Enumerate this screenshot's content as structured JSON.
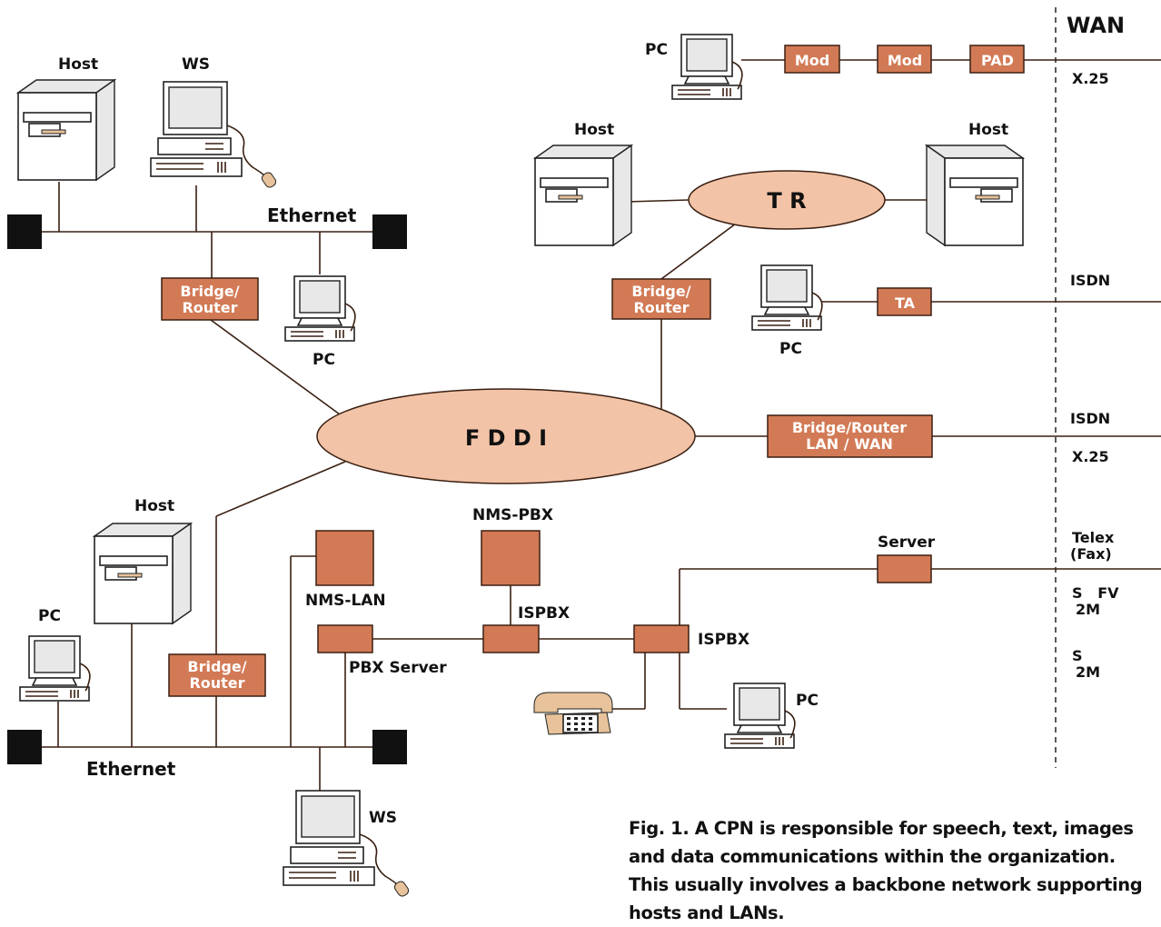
{
  "wan": {
    "title": "WAN",
    "links": [
      "X.25",
      "ISDN",
      "ISDN",
      "X.25",
      "Telex",
      "(Fax)",
      "S   FV",
      "2M",
      "S",
      "2M"
    ]
  },
  "rings": {
    "fddi": "F D D I",
    "tr": "T R"
  },
  "networks": {
    "ethernet_top": "Ethernet",
    "ethernet_bottom": "Ethernet"
  },
  "devices": {
    "host_tl": "Host",
    "ws_top": "WS",
    "pc_top_eth": "PC",
    "pc_wan": "PC",
    "host_tr_left": "Host",
    "host_tr_right": "Host",
    "pc_isdn": "PC",
    "host_bl": "Host",
    "pc_bl": "PC",
    "ws_bottom": "WS",
    "pc_ispbx": "PC",
    "nms_pbx": "NMS-PBX",
    "nms_lan": "NMS-LAN",
    "ispbx_1": "ISPBX",
    "ispbx_2": "ISPBX",
    "pbx_server": "PBX Server",
    "server": "Server"
  },
  "boxes": {
    "mod1": "Mod",
    "mod2": "Mod",
    "pad": "PAD",
    "ta": "TA",
    "bridge_tl": [
      "Bridge/",
      "Router"
    ],
    "bridge_tr": [
      "Bridge/",
      "Router"
    ],
    "bridge_bl": [
      "Bridge/",
      "Router"
    ],
    "bridge_wan": [
      "Bridge/Router",
      "LAN / WAN"
    ]
  },
  "caption": "Fig. 1. A CPN is responsible for speech, text, images and data communications within the organization. This usually involves a backbone network supporting hosts and LANs.",
  "colors": {
    "box": "#d27a55",
    "ring": "#f2c3a6",
    "line": "#3a1f12"
  }
}
